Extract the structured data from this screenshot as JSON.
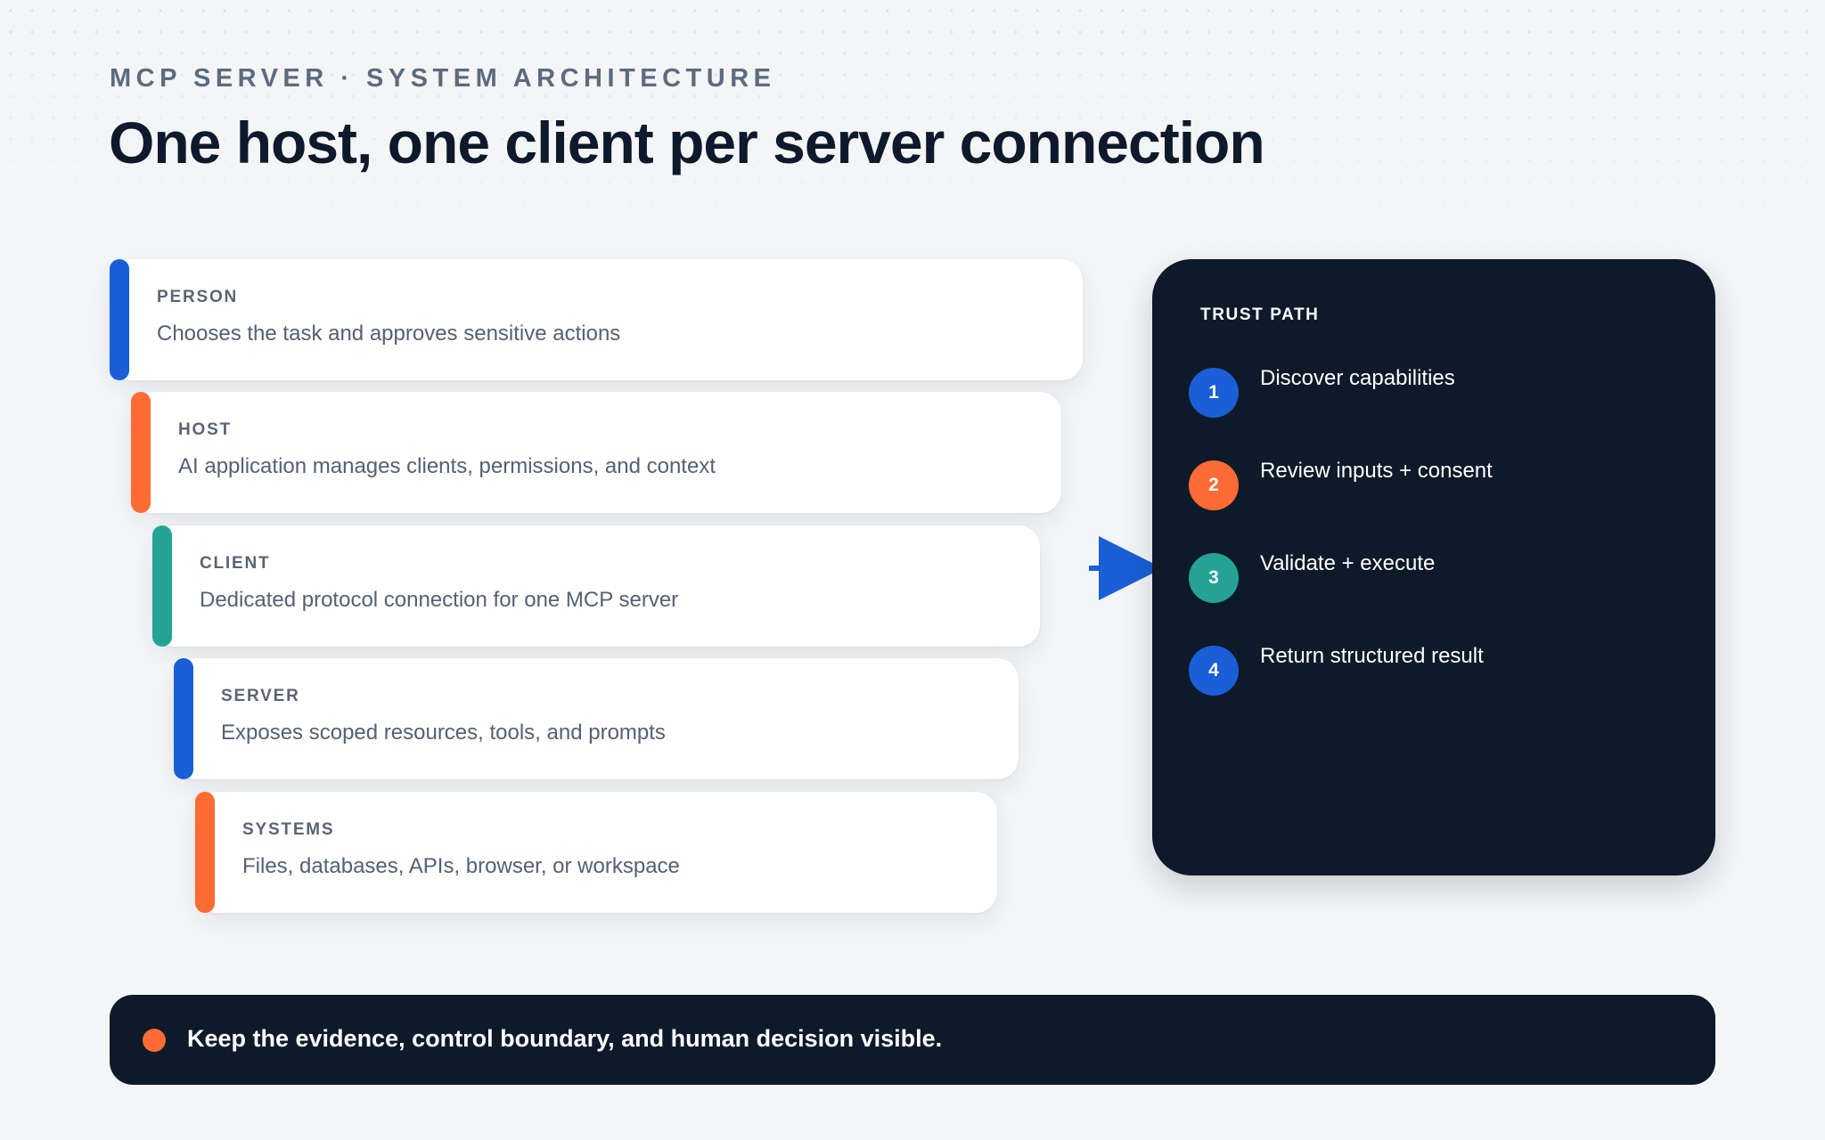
{
  "header": {
    "eyebrow": "MCP SERVER · SYSTEM ARCHITECTURE",
    "title": "One host, one client per server connection"
  },
  "layers": [
    {
      "label": "PERSON",
      "description": "Chooses the task and approves sensitive actions",
      "color": "#1a5fd6"
    },
    {
      "label": "HOST",
      "description": "AI application manages clients, permissions, and context",
      "color": "#ff6b35"
    },
    {
      "label": "CLIENT",
      "description": "Dedicated protocol connection for one MCP server",
      "color": "#24a394"
    },
    {
      "label": "SERVER",
      "description": "Exposes scoped resources, tools, and prompts",
      "color": "#1a5fd6"
    },
    {
      "label": "SYSTEMS",
      "description": "Files, databases, APIs, browser, or workspace",
      "color": "#ff6b35"
    }
  ],
  "connector": {
    "icon": "arrow-right-icon",
    "color": "#1a5fd6"
  },
  "trust_path": {
    "title": "TRUST PATH",
    "steps": [
      {
        "number": "1",
        "label": "Discover capabilities",
        "color": "#1a5fd6"
      },
      {
        "number": "2",
        "label": "Review inputs + consent",
        "color": "#ff6b35"
      },
      {
        "number": "3",
        "label": "Validate + execute",
        "color": "#24a394"
      },
      {
        "number": "4",
        "label": "Return structured result",
        "color": "#1a5fd6"
      }
    ]
  },
  "footer": {
    "message": "Keep the evidence, control boundary, and human decision visible.",
    "dot_color": "#ff6b35"
  }
}
